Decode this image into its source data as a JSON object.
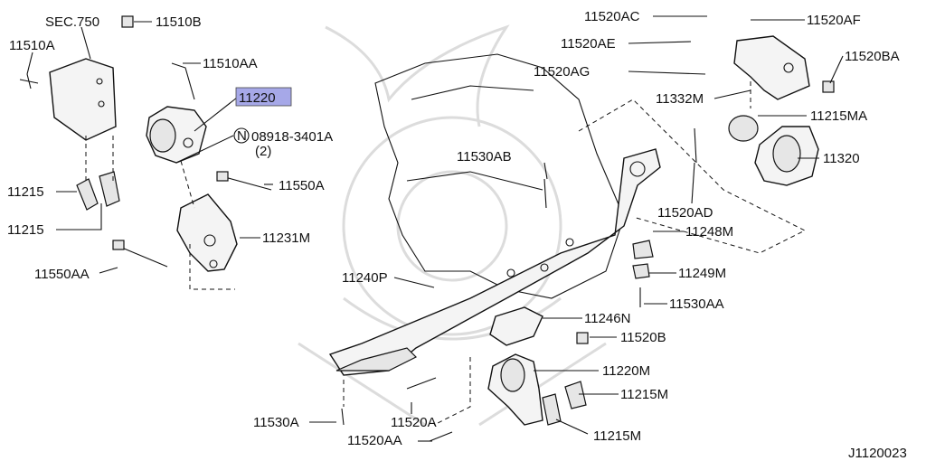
{
  "diagram": {
    "highlight_color": "#a6a8e8",
    "labels": {
      "sec750": "SEC.750",
      "p11510B": "11510B",
      "p11510A": "11510A",
      "p11510AA": "11510AA",
      "p11220": "11220",
      "p08918": "08918-3401A",
      "p08918_qty": "(2)",
      "p08918_prefix": "N",
      "p11215_a": "11215",
      "p11215_b": "11215",
      "p11550A": "11550A",
      "p11231M": "11231M",
      "p11550AA": "11550AA",
      "p11520AC": "11520AC",
      "p11520AF": "11520AF",
      "p11520AE": "11520AE",
      "p11520BA": "11520BA",
      "p11520AG": "11520AG",
      "p11332M": "11332M",
      "p11215MA": "11215MA",
      "p11320": "11320",
      "p11530AB": "11530AB",
      "p11520AD": "11520AD",
      "p11248M": "11248M",
      "p11249M": "11249M",
      "p11530AA": "11530AA",
      "p11240P": "11240P",
      "p11246N": "11246N",
      "p11520B": "11520B",
      "p11220M": "11220M",
      "p11215M_a": "11215M",
      "p11215M_b": "11215M",
      "p11530A": "11530A",
      "p11520A": "11520A",
      "p11520AA": "11520AA",
      "diagram_id": "J1120023"
    }
  }
}
